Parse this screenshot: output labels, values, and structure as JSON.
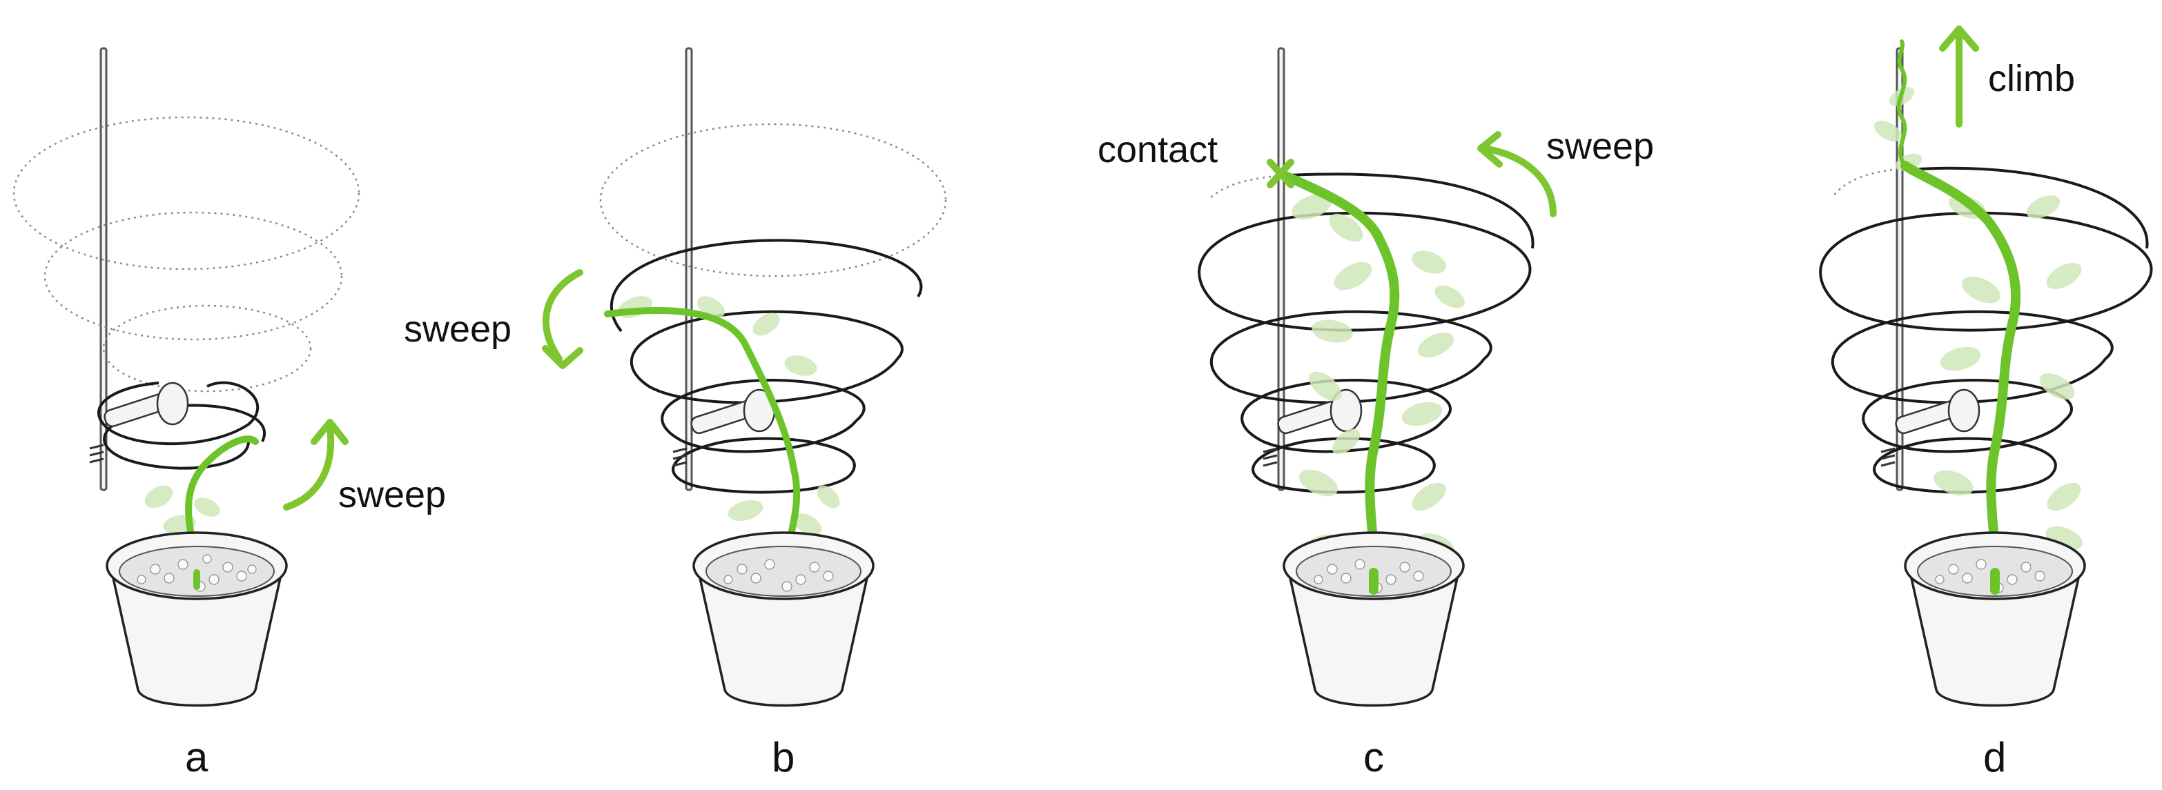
{
  "panels": [
    {
      "id": "a",
      "label": "a",
      "annotations": [
        {
          "key": "sweep",
          "text": "sweep"
        }
      ]
    },
    {
      "id": "b",
      "label": "b",
      "annotations": [
        {
          "key": "sweep",
          "text": "sweep"
        }
      ]
    },
    {
      "id": "c",
      "label": "c",
      "annotations": [
        {
          "key": "contact",
          "text": "contact"
        },
        {
          "key": "sweep",
          "text": "sweep"
        }
      ]
    },
    {
      "id": "d",
      "label": "d",
      "annotations": [
        {
          "key": "climb",
          "text": "climb"
        }
      ]
    }
  ],
  "colors": {
    "stem": "#6cc42a",
    "leaf": "#cfe8b8",
    "arrow": "#7dc62f",
    "helix": "#1a1a1a",
    "ghost_helix": "#8a8a8a",
    "pot": "#f6f6f6"
  }
}
